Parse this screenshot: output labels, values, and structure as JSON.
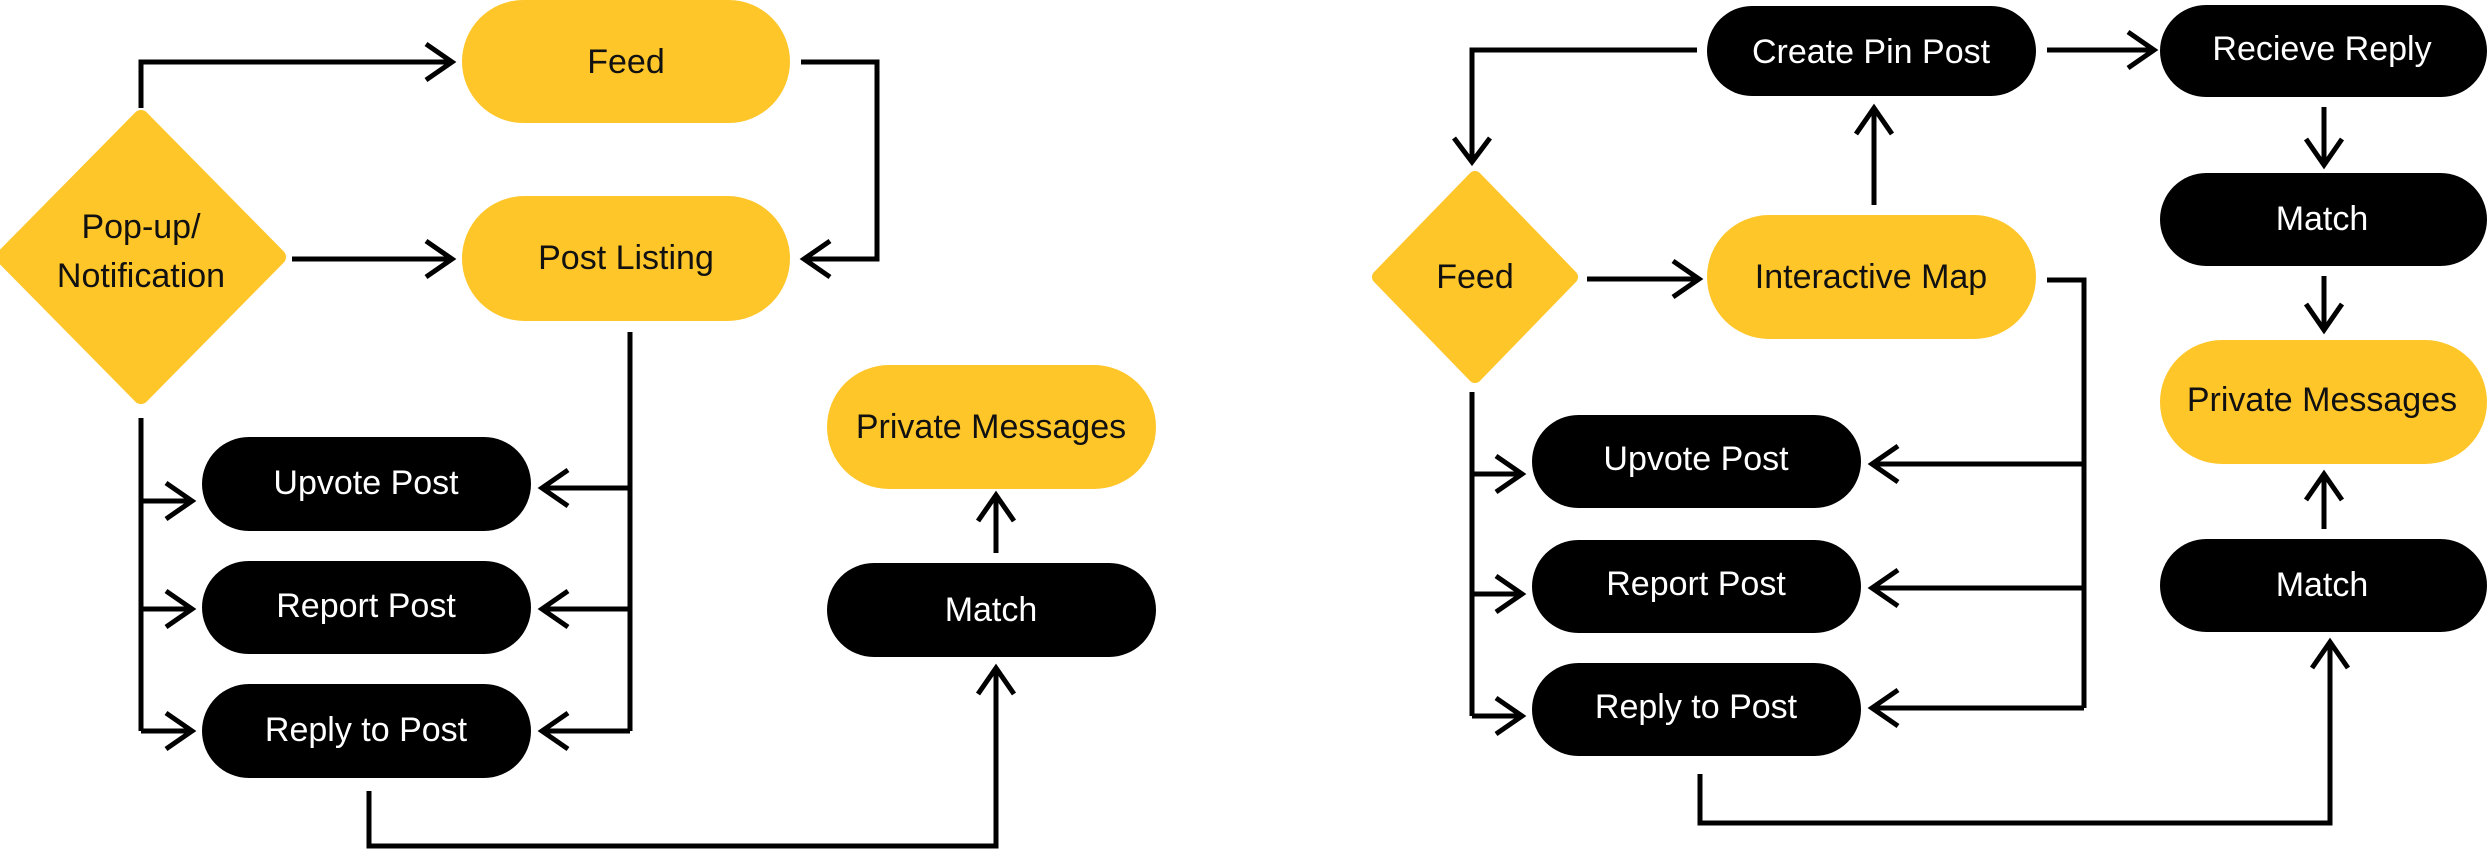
{
  "colors": {
    "yellow": "#FFC629",
    "black": "#000000",
    "text_dark": "#111111",
    "text_light": "#FFFFFF",
    "connector": "#000000"
  },
  "left_flow": {
    "feed": "Feed",
    "popup_line1": "Pop-up/",
    "popup_line2": "Notification",
    "post_listing": "Post Listing",
    "private_messages": "Private Messages",
    "upvote_post": "Upvote Post",
    "report_post": "Report Post",
    "reply_to_post": "Reply to Post",
    "match": "Match"
  },
  "right_flow": {
    "create_pin_post": "Create Pin Post",
    "receive_reply": "Recieve Reply",
    "feed": "Feed",
    "interactive_map": "Interactive Map",
    "match_top": "Match",
    "private_messages": "Private Messages",
    "upvote_post": "Upvote Post",
    "report_post": "Report Post",
    "reply_to_post": "Reply to Post",
    "match_bottom": "Match"
  }
}
